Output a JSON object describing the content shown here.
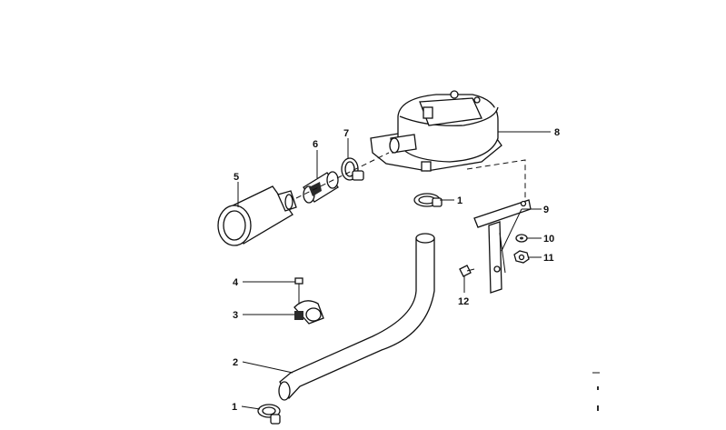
{
  "callouts": [
    {
      "id": "c1a",
      "text": "1"
    },
    {
      "id": "c1b",
      "text": "1"
    },
    {
      "id": "c2",
      "text": "2"
    },
    {
      "id": "c3",
      "text": "3"
    },
    {
      "id": "c4",
      "text": "4"
    },
    {
      "id": "c5",
      "text": "5"
    },
    {
      "id": "c6",
      "text": "6"
    },
    {
      "id": "c7",
      "text": "7"
    },
    {
      "id": "c8",
      "text": "8"
    },
    {
      "id": "c9",
      "text": "9"
    },
    {
      "id": "c10",
      "text": "10"
    },
    {
      "id": "c11",
      "text": "11"
    },
    {
      "id": "c12",
      "text": "12"
    }
  ]
}
